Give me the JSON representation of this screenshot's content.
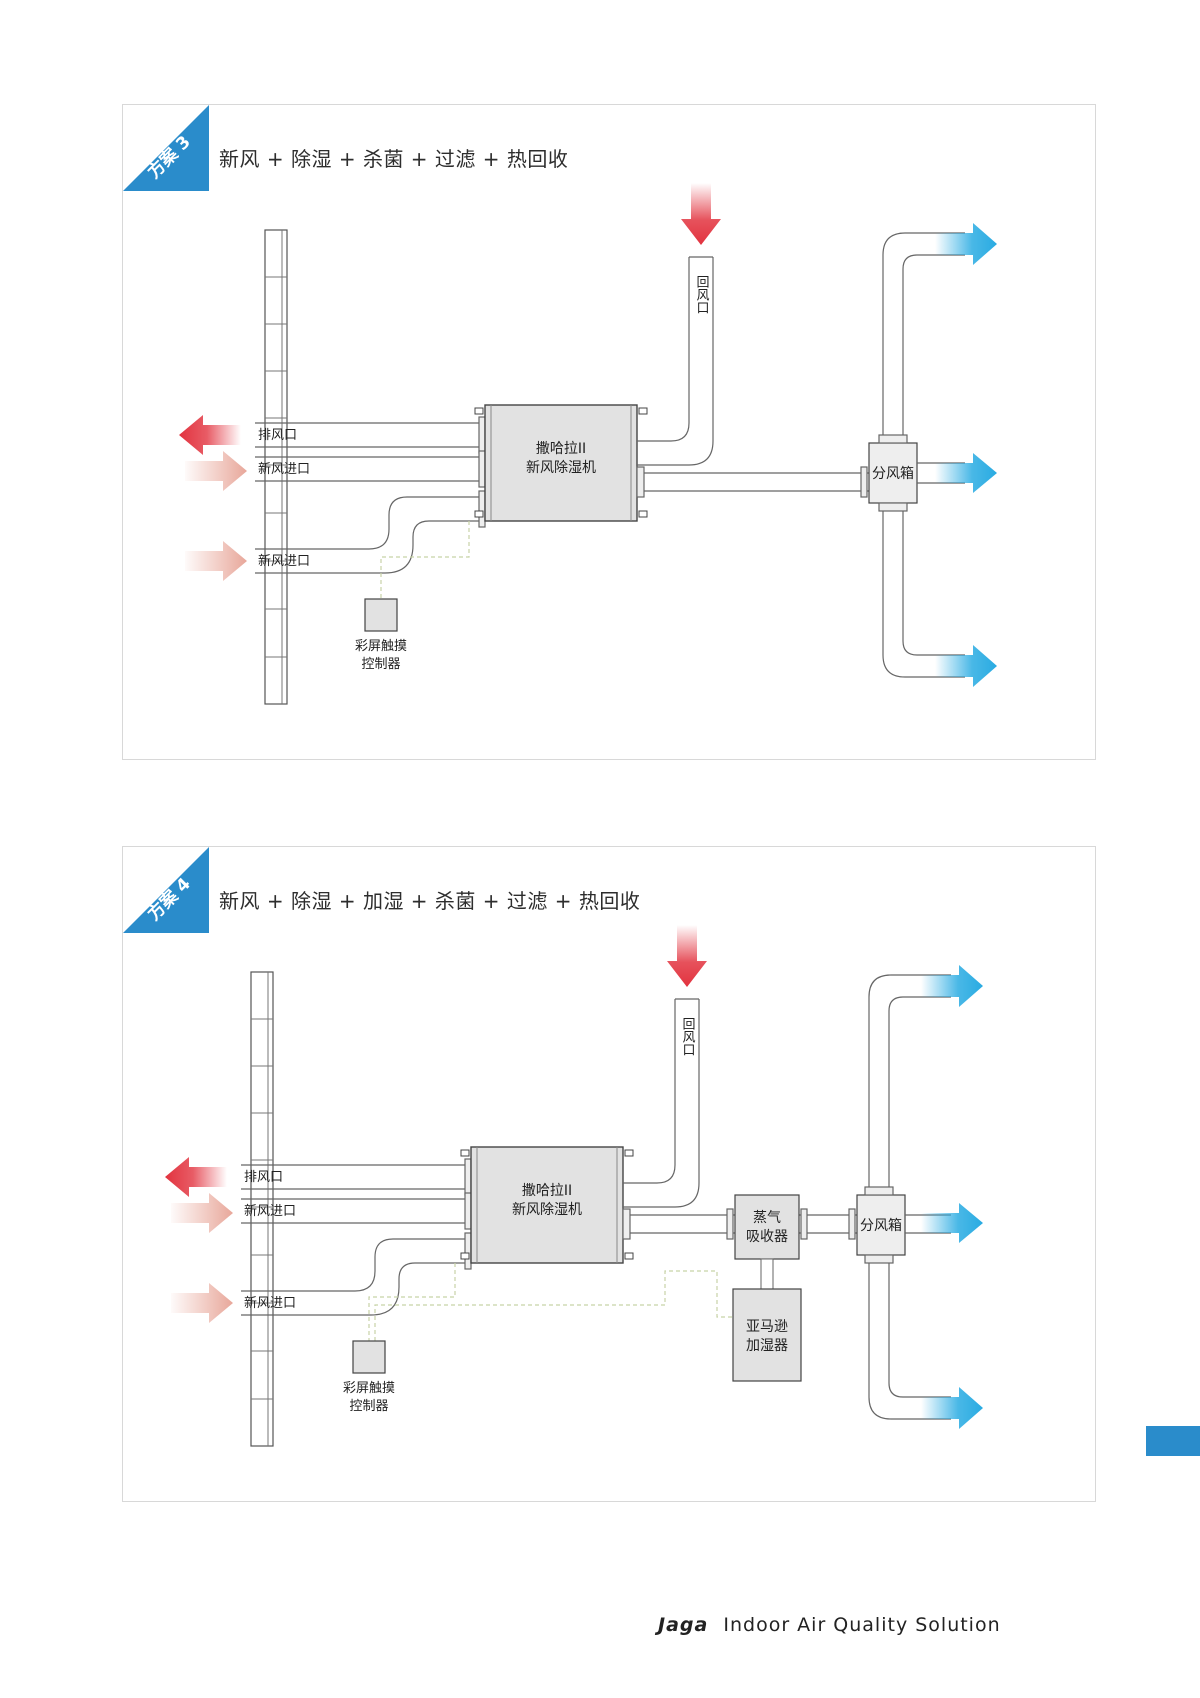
{
  "colors": {
    "accent_blue": "#2a8ccb",
    "exhaust_red": "#e2333f",
    "supply_blue": "#29abe2",
    "fresh_pink": "#e8a79a",
    "control_line": "#c8d3a8"
  },
  "panel3": {
    "scheme": "方案 3",
    "title": "新风 + 除湿 + 杀菌 + 过滤 + 热回收",
    "labels": {
      "exhaust": "排风口",
      "fresh_in_1": "新风进口",
      "fresh_in_2": "新风进口",
      "unit_line1": "撒哈拉II",
      "unit_line2": "新风除湿机",
      "return": "回风口",
      "box": "分风箱",
      "controller_line1": "彩屏触摸",
      "controller_line2": "控制器"
    }
  },
  "panel4": {
    "scheme": "方案 4",
    "title": "新风 + 除湿 + 加湿 + 杀菌 + 过滤 + 热回收",
    "labels": {
      "exhaust": "排风口",
      "fresh_in_1": "新风进口",
      "fresh_in_2": "新风进口",
      "unit_line1": "撒哈拉II",
      "unit_line2": "新风除湿机",
      "return": "回风口",
      "box": "分风箱",
      "steam_line1": "蒸气",
      "steam_line2": "吸收器",
      "humid_line1": "亚马逊",
      "humid_line2": "加湿器",
      "controller_line1": "彩屏触摸",
      "controller_line2": "控制器"
    }
  },
  "footer": {
    "brand": "Jaga",
    "tagline": "Indoor Air Quality Solution"
  }
}
